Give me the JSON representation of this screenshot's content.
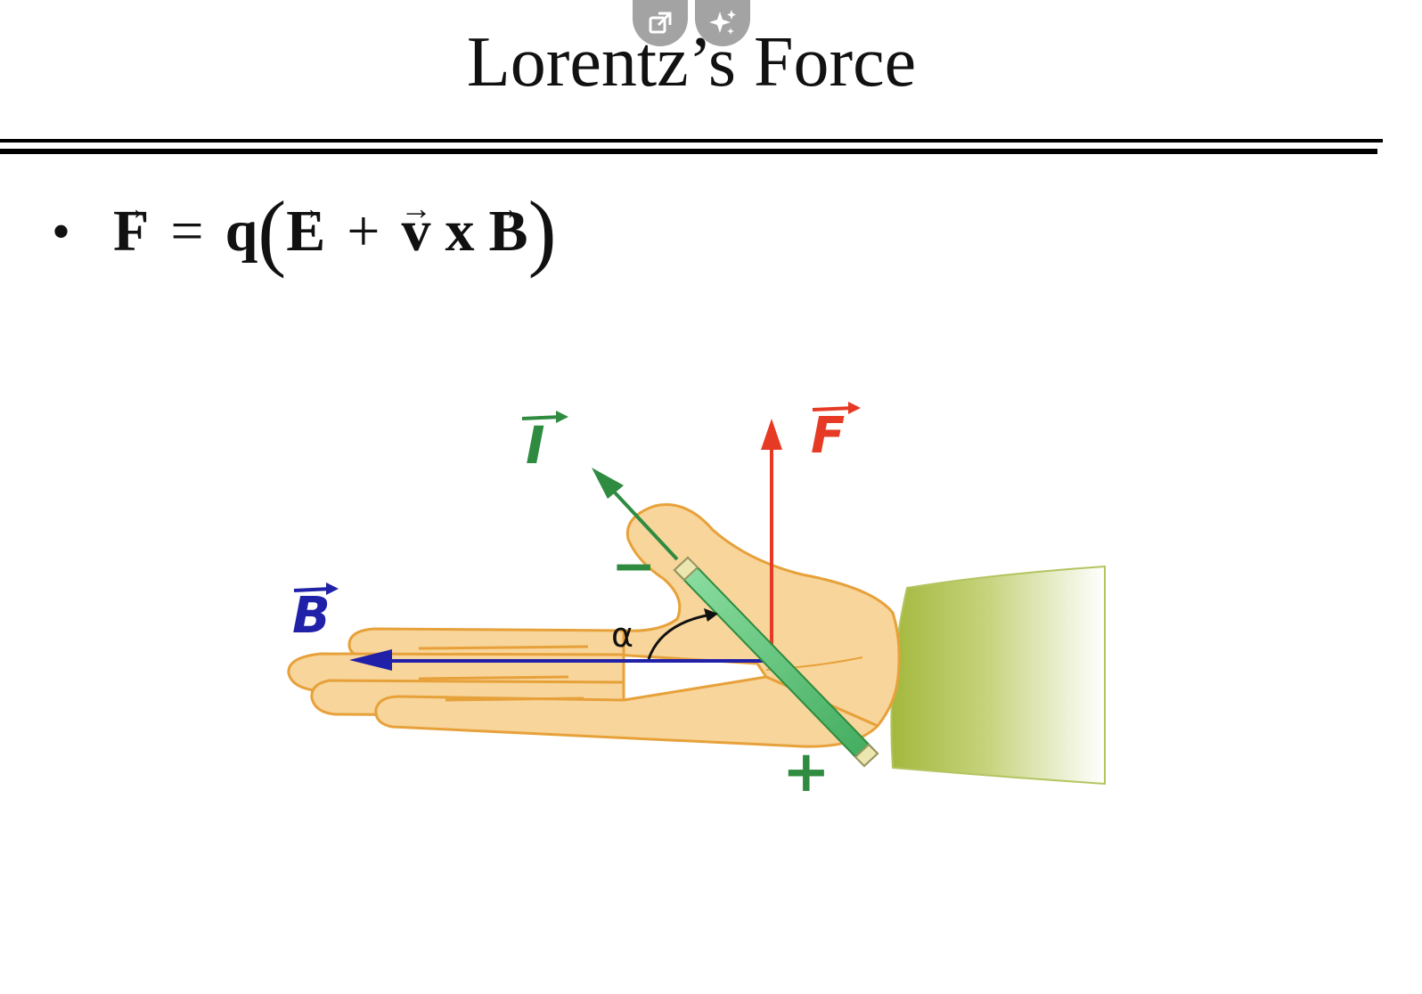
{
  "slide": {
    "title": "Lorentz’s Force"
  },
  "formula": {
    "bullet": "•",
    "F": "F",
    "eq": "=",
    "q": "q",
    "lparen": "(",
    "E": "E",
    "plus": "+",
    "v": "v",
    "times": "x",
    "B": "B",
    "rparen": ")",
    "arrow": "→"
  },
  "diagram": {
    "label_I": "I",
    "label_F": "F",
    "label_B": "B",
    "label_alpha": "α",
    "label_minus": "−",
    "label_plus": "+",
    "colors": {
      "current": "#2e8b3f",
      "force": "#e63a24",
      "field": "#2020a8",
      "hand": "#f8d59a",
      "hand_outline": "#e7a13a",
      "sleeve": "#a9bf44",
      "wire": "#6fd38a"
    }
  },
  "overlay_buttons": {
    "icons": [
      "external-window-icon",
      "sparkle-icon"
    ]
  }
}
